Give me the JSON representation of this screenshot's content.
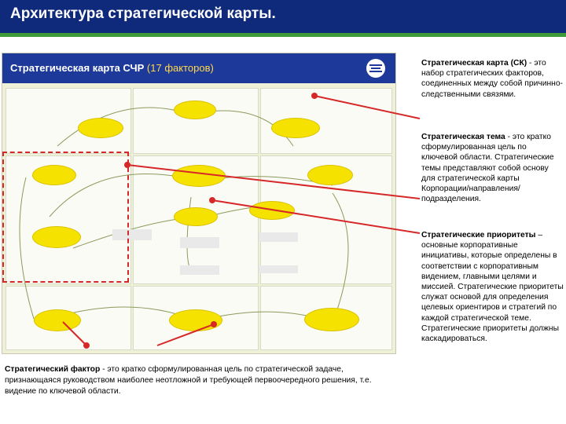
{
  "header": {
    "title": "Архитектура стратегической карты."
  },
  "map": {
    "title": "Стратегическая карта СЧР",
    "subtitle": "(17 факторов)"
  },
  "side": {
    "sk_term": "Стратегическая карта (СК)",
    "sk_def": " - это набор стратегических факторов, соединенных между собой причинно-следственными связями.",
    "theme_term": "Стратегическая тема",
    "theme_def": " - это кратко сформулированная цель по ключевой области. Стратегические темы представляют собой основу для стратегической карты Корпорации/направления/подразделения.",
    "prio_term": "Стратегические приоритеты",
    "prio_def": " – основные корпоративные инициативы, которые определены в соответствии с корпоративным видением, главными целями и миссией. Стратегические приоритеты служат основой для определения целевых ориентиров и стратегий по каждой стратегической теме. Стратегические приоритеты должны каскадироваться."
  },
  "caption": {
    "term": "Стратегический фактор",
    "def": " - это кратко сформулированная цель по стратегической задаче, признающаяся руководством наиболее неотложной и требующей первоочередного решения, т.е. видение по ключевой области."
  },
  "colors": {
    "header": "#0f2a7a",
    "stripe": "#3f9a3a",
    "node": "#f5e200",
    "arrow": "#d62828"
  }
}
